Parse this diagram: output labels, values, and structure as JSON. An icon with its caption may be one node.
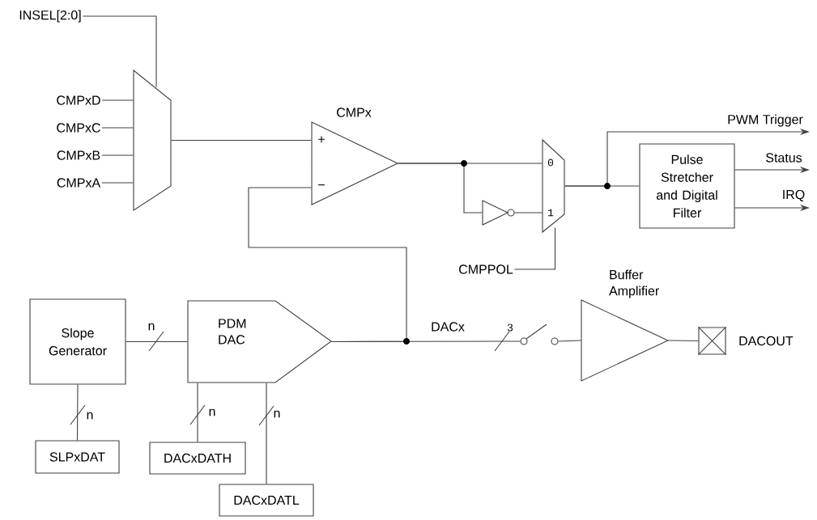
{
  "diagram": {
    "nodes": [
      {
        "text": [
          "INSEL[2:0]"
        ]
      },
      {
        "text": [
          "CMPxD"
        ]
      },
      {
        "text": [
          "CMPxC"
        ]
      },
      {
        "text": [
          "CMPxB"
        ]
      },
      {
        "text": [
          "CMPxA"
        ]
      },
      {
        "text": [],
        "shape": "trapezoid"
      },
      {
        "text": [
          "CMPx",
          "+",
          "−"
        ]
      },
      {
        "text": [],
        "shape": "triangle"
      },
      {
        "text": [
          "0",
          "1"
        ]
      },
      {
        "text": [
          "CMPPOL"
        ]
      },
      {
        "text": [
          "Pulse Stretcher and Digital Filter"
        ]
      },
      {
        "text": [
          "Slope Generator"
        ]
      },
      {
        "text": [
          "PDM DAC"
        ]
      },
      {
        "text": [
          "SLPxDAT"
        ]
      },
      {
        "text": [
          "DACxDATH"
        ]
      },
      {
        "text": [
          "DACxDATL"
        ]
      },
      {
        "text": [],
        "shape": "switch"
      },
      {
        "text": [
          "Buffer Amplifier"
        ]
      },
      {
        "text": [],
        "shape": "box",
        "beside": [
          "DACOUT"
        ]
      }
    ],
    "edges": [
      {
        "from": 0,
        "to": 5,
        "arrow": "none"
      },
      {
        "from": 1,
        "to": 5,
        "arrow": "none"
      },
      {
        "from": 2,
        "to": 5,
        "arrow": "none"
      },
      {
        "from": 3,
        "to": 5,
        "arrow": "none"
      },
      {
        "from": 4,
        "to": 5,
        "arrow": "none"
      },
      {
        "from": 5,
        "to": 6,
        "arrow": "none"
      },
      {
        "from": 6,
        "to": 8,
        "arrow": "none"
      },
      {
        "from": 6,
        "to": 7,
        "arrow": "none"
      },
      {
        "from": 7,
        "to": 8,
        "arrow": "none"
      },
      {
        "from": 9,
        "to": 8,
        "arrow": "none"
      },
      {
        "from": 8,
        "to": 10,
        "arrow": "none"
      },
      {
        "from": 8,
        "to": null,
        "arrow": "to",
        "label": "PWM Trigger"
      },
      {
        "from": 10,
        "to": null,
        "arrow": "to",
        "label": "Status"
      },
      {
        "from": 10,
        "to": null,
        "arrow": "to",
        "label": "IRQ"
      },
      {
        "from": 11,
        "to": 12,
        "arrow": "none",
        "label": "n"
      },
      {
        "from": 11,
        "to": 13,
        "arrow": "none",
        "label": "n"
      },
      {
        "from": 12,
        "to": 14,
        "arrow": "none",
        "label": "n"
      },
      {
        "from": 12,
        "to": 15,
        "arrow": "none",
        "label": "n"
      },
      {
        "from": 12,
        "to": 6,
        "arrow": "none"
      },
      {
        "from": 12,
        "to": 16,
        "arrow": "none",
        "label": "DACx"
      },
      {
        "from": 16,
        "to": 17,
        "arrow": "none"
      },
      {
        "from": 17,
        "to": 18,
        "arrow": "none"
      }
    ],
    "labels": [
      "3"
    ]
  }
}
